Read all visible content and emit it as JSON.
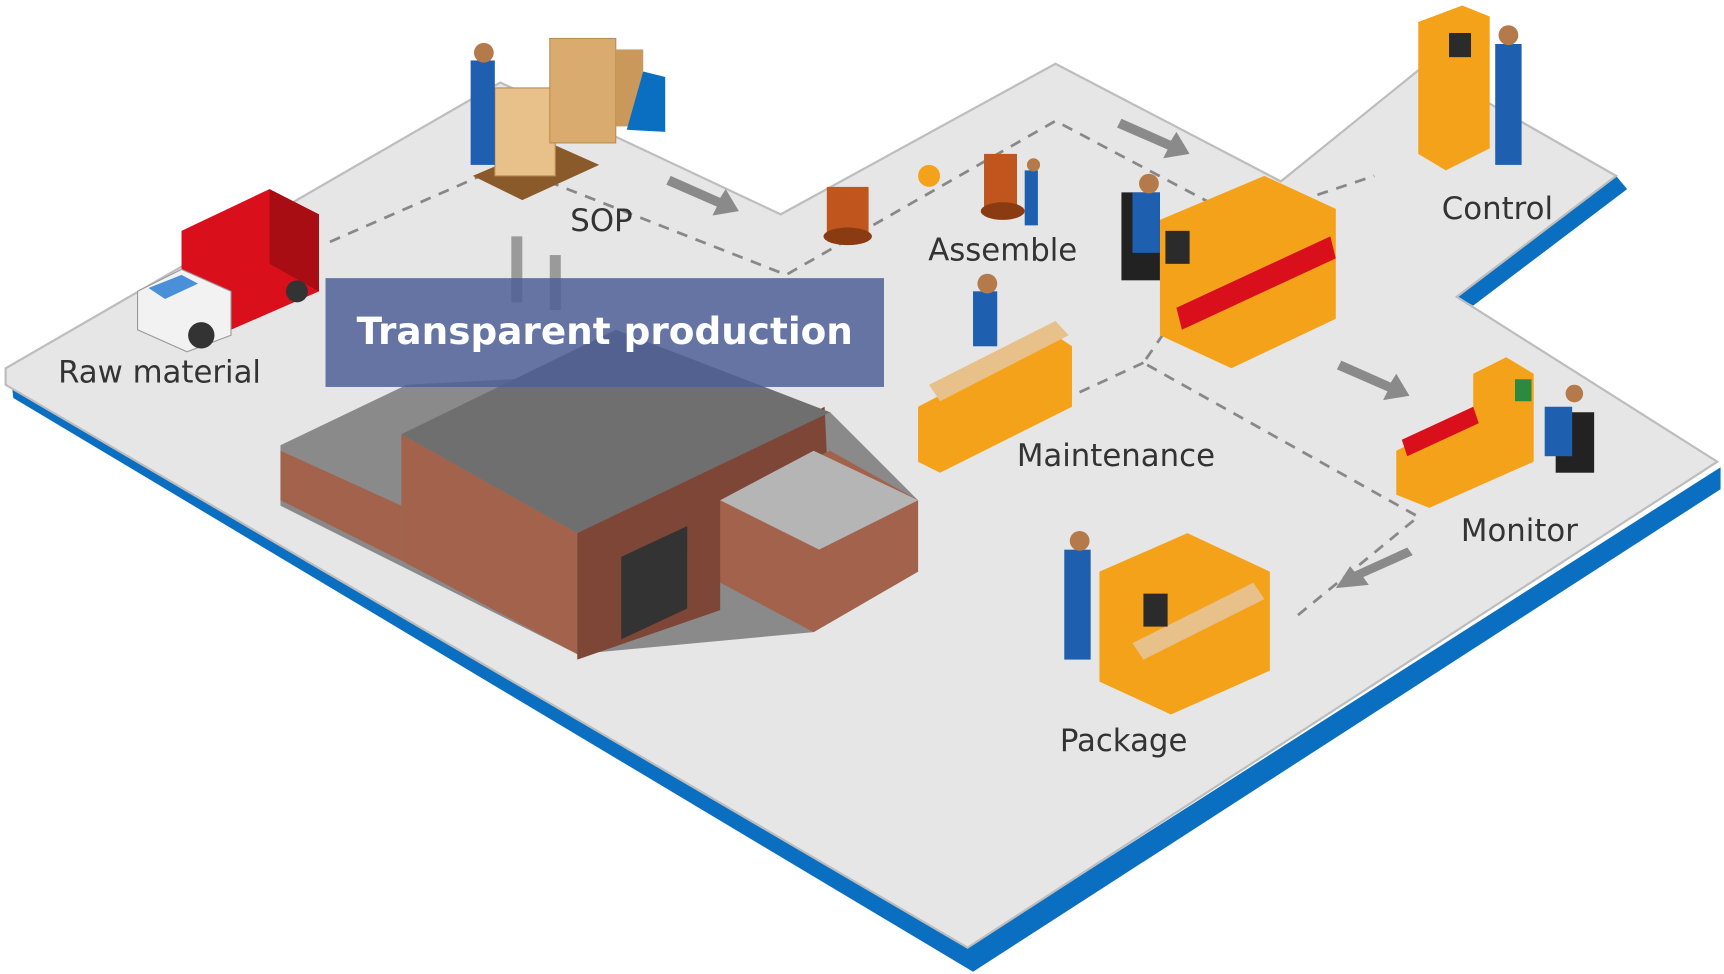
{
  "title": "Transparent production",
  "stations": {
    "raw_material": "Raw material",
    "sop": "SOP",
    "assemble": "Assemble",
    "control": "Control",
    "maintenance": "Maintenance",
    "monitor": "Monitor",
    "package": "Package"
  },
  "colors": {
    "floor": "#e6e6e6",
    "floor_edge": "#0b6fc1",
    "machine": "#f5a21b",
    "banner": "#4d5f97",
    "truck_cargo": "#d9101c",
    "building_wall": "#a3624c"
  }
}
